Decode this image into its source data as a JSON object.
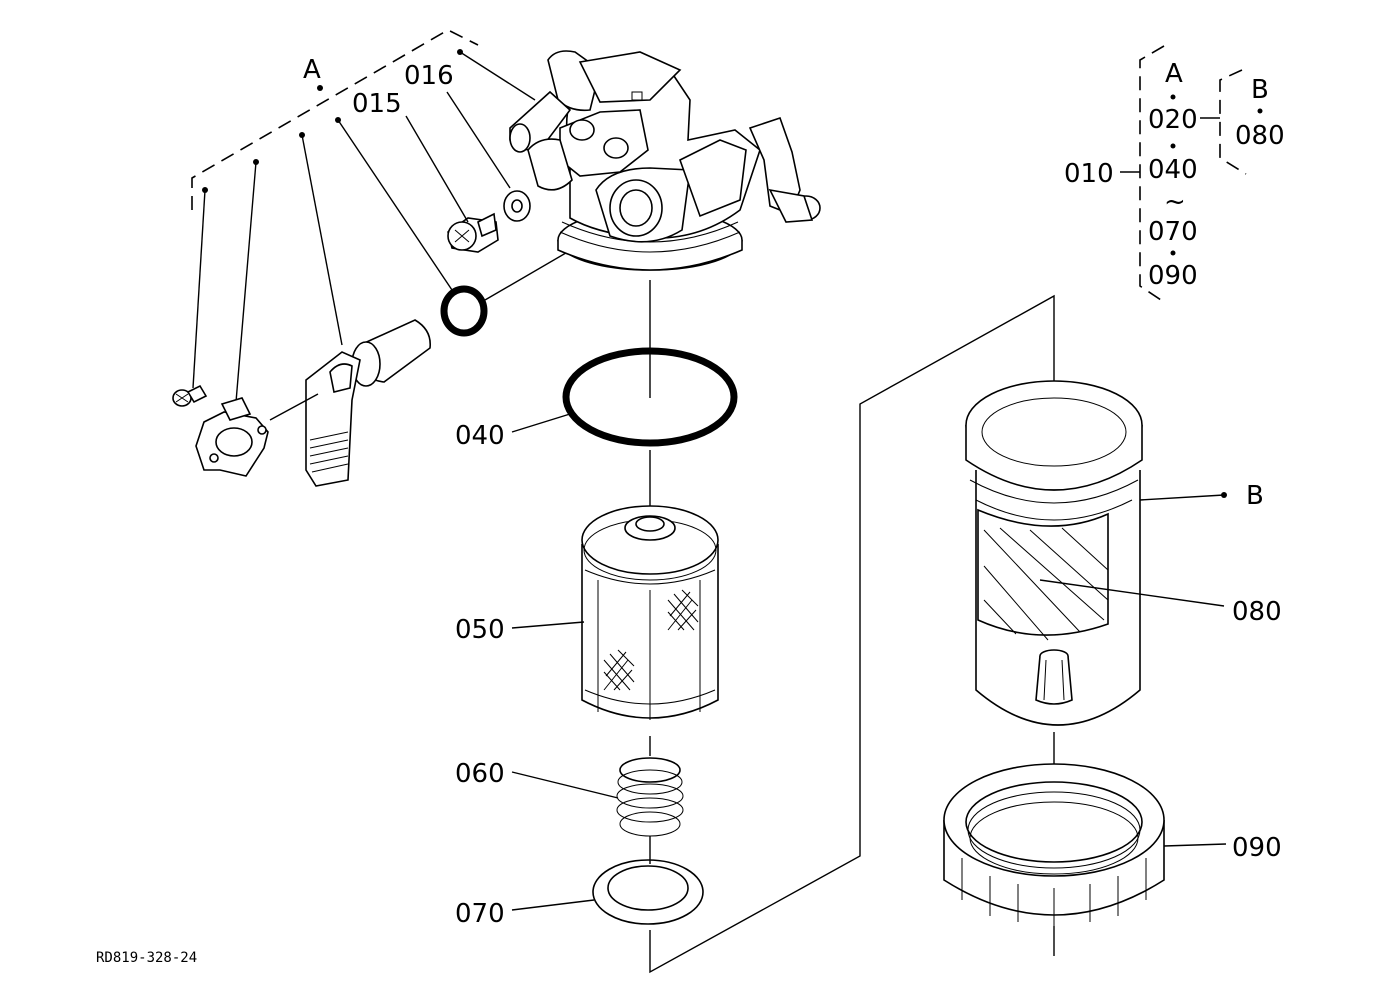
{
  "callouts": {
    "p015": "015",
    "p016": "016",
    "p040": "040",
    "p050": "050",
    "p060": "060",
    "p070": "070",
    "p080": "080",
    "p090": "090",
    "groupA": "A",
    "groupB": "B"
  },
  "legend": {
    "assembly": "010",
    "a_label": "A",
    "a_items": [
      "020",
      "040",
      "~",
      "070",
      "090"
    ],
    "b_label": "B",
    "b_items": [
      "080"
    ]
  },
  "reference": "RD819-328-24"
}
